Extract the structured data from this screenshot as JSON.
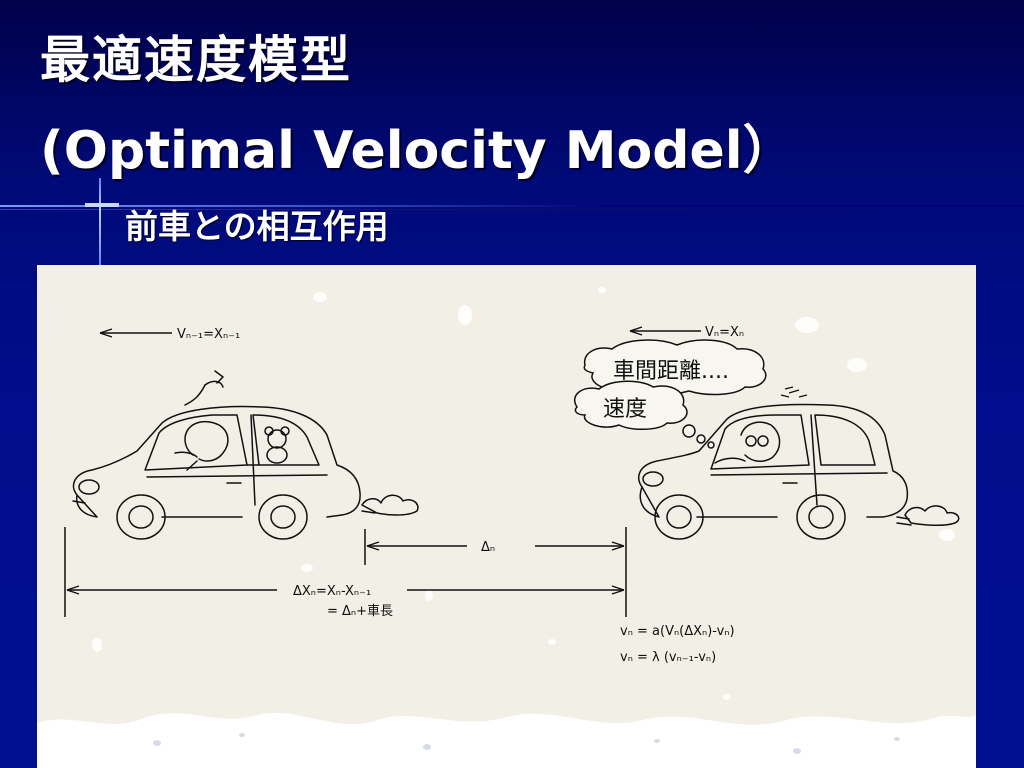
{
  "slide": {
    "title_ja": "最適速度模型",
    "title_en": "(Optimal Velocity Model）",
    "subtitle": "前車との相互作用"
  },
  "figure": {
    "rear_car_velocity": "Vₙ₋₁=Xₙ₋₁",
    "front_car_velocity": "Vₙ=Xₙ",
    "thought_bubble_1": "車間距離....",
    "thought_bubble_2": "速度",
    "gap_label": "Δₙ",
    "distance_label": "ΔXₙ=Xₙ-Xₙ₋₁",
    "distance_label_2": "= Δₙ+車長",
    "equation_1": "vₙ = a(Vₙ(ΔXₙ)-vₙ)",
    "equation_2": "vₙ = λ (vₙ₋₁-vₙ)"
  },
  "colors": {
    "background": "#00006e",
    "figure_paper": "#f1efe6",
    "title_text": "#ffffff"
  }
}
